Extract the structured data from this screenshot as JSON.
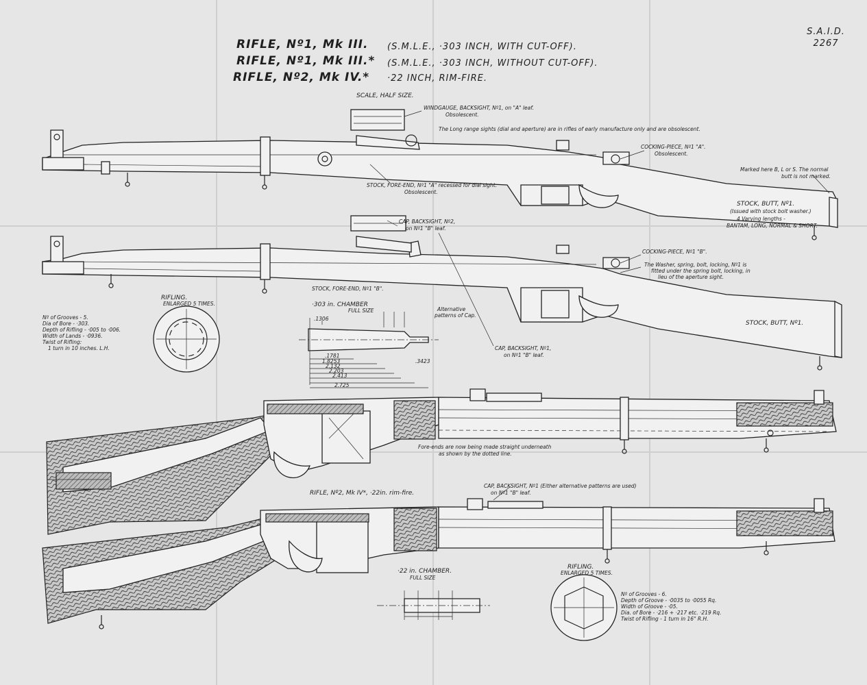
{
  "reference": {
    "line1": "S.A.I.D.",
    "line2": "2267"
  },
  "titles": [
    {
      "model": "RIFLE, Nº1, Mk III.",
      "detail": "(S.M.L.E., ·303 INCH, WITH CUT-OFF)."
    },
    {
      "model": "RIFLE, Nº1, Mk III.*",
      "detail": "(S.M.L.E., ·303 INCH, WITHOUT CUT-OFF)."
    },
    {
      "model": "RIFLE, Nº2, Mk IV.*",
      "detail": "·22 INCH, RIM-FIRE."
    }
  ],
  "scale": "SCALE, HALF SIZE.",
  "annotations": {
    "windgauge": "WINDGAUGE, BACKSIGHT, Nº1, on \"A\" leaf.",
    "windgauge_sub": "Obsolescent.",
    "long_range": "The Long range sights (dial and aperture) are in rifles of early manufacture only and are obsolescent.",
    "cocking_piece_1": "COCKING-PIECE, Nº1 \"A\".",
    "cocking_sub": "Obsolescent.",
    "marked_here": "Marked here B, L or S. The normal",
    "marked_here_2": "butt is not marked.",
    "stock_fore_end_1": "STOCK, FORE-END, Nº1 \"A\" recessed for dial sight.",
    "stock_fore_end_1_sub": "Obsolescent.",
    "stock_butt_top": "STOCK, BUTT, Nº1.",
    "stock_butt_top_sub": "(Issued with stock bolt washer.)",
    "varying_lengths": "4 Varying lengths -",
    "varying_lengths_sub": "BANTAM, LONG, NORMAL & SHORT.",
    "cap_backsight_1": "CAP, BACKSIGHT, Nº2,",
    "cap_backsight_1_sub": "on Nº1 \"B\" leaf.",
    "cocking_piece_2": "COCKING-PIECE, Nº1 \"B\".",
    "washer_note": "The Washer, spring, bolt, locking, Nº1 is",
    "washer_note_2": "fitted under the spring bolt, locking, in",
    "washer_note_3": "lieu of the aperture sight.",
    "stock_fore_end_2": "STOCK, FORE-END, Nº1 \"B\".",
    "alt_patterns": "Alternative",
    "alt_patterns_2": "patterns of Cap.",
    "stock_butt_mid": "STOCK, BUTT, Nº1.",
    "cap_backsight_2": "CAP, BACKSIGHT, Nº1,",
    "cap_backsight_2_sub": "on Nº1 \"B\" leaf.",
    "fore_ends": "Fore-ends are now being made straight underneath",
    "fore_ends_2": "as shown by the dotted line.",
    "rifle2_title": "RIFLE, Nº2, Mk IV*, ·22in. rim-fire.",
    "cap_backsight_3": "CAP, BACKSIGHT, Nº1 (Either alternative patterns are used)",
    "cap_backsight_3_sub": "on Nº1 \"B\" leaf."
  },
  "rifling_303": {
    "title": "RIFLING.",
    "subtitle": "ENLARGED 5 TIMES.",
    "specs": [
      "Nº of Grooves - 5.",
      "Dia of Bore - ·303.",
      "Depth of Rifling - ·005 to ·006.",
      "Width of Lands - ·0936.",
      "Twist of Rifling:",
      "1 turn in 10 inches. L.H."
    ]
  },
  "chamber_303": {
    "title": "·303 in. CHAMBER",
    "subtitle": "FULL SIZE",
    "dims": [
      ".1306",
      ".1781",
      "1.8253",
      "2.132",
      "2.203",
      "2.413",
      "2.725",
      ".3423"
    ]
  },
  "chamber_22": {
    "title": "·22 in. CHAMBER.",
    "subtitle": "FULL SIZE"
  },
  "rifling_22": {
    "title": "RIFLING.",
    "subtitle": "ENLARGED 5 TIMES.",
    "specs": [
      "Nº of Grooves - 6.",
      "Depth of Groove - ·0035 to ·0055 Rq.",
      "Width of Groove - ·05.",
      "Dia. of Bore - ·216 + ·217 etc. ·219 Rq.",
      "Twist of Rifling - 1 turn in 16\" R.H."
    ]
  }
}
